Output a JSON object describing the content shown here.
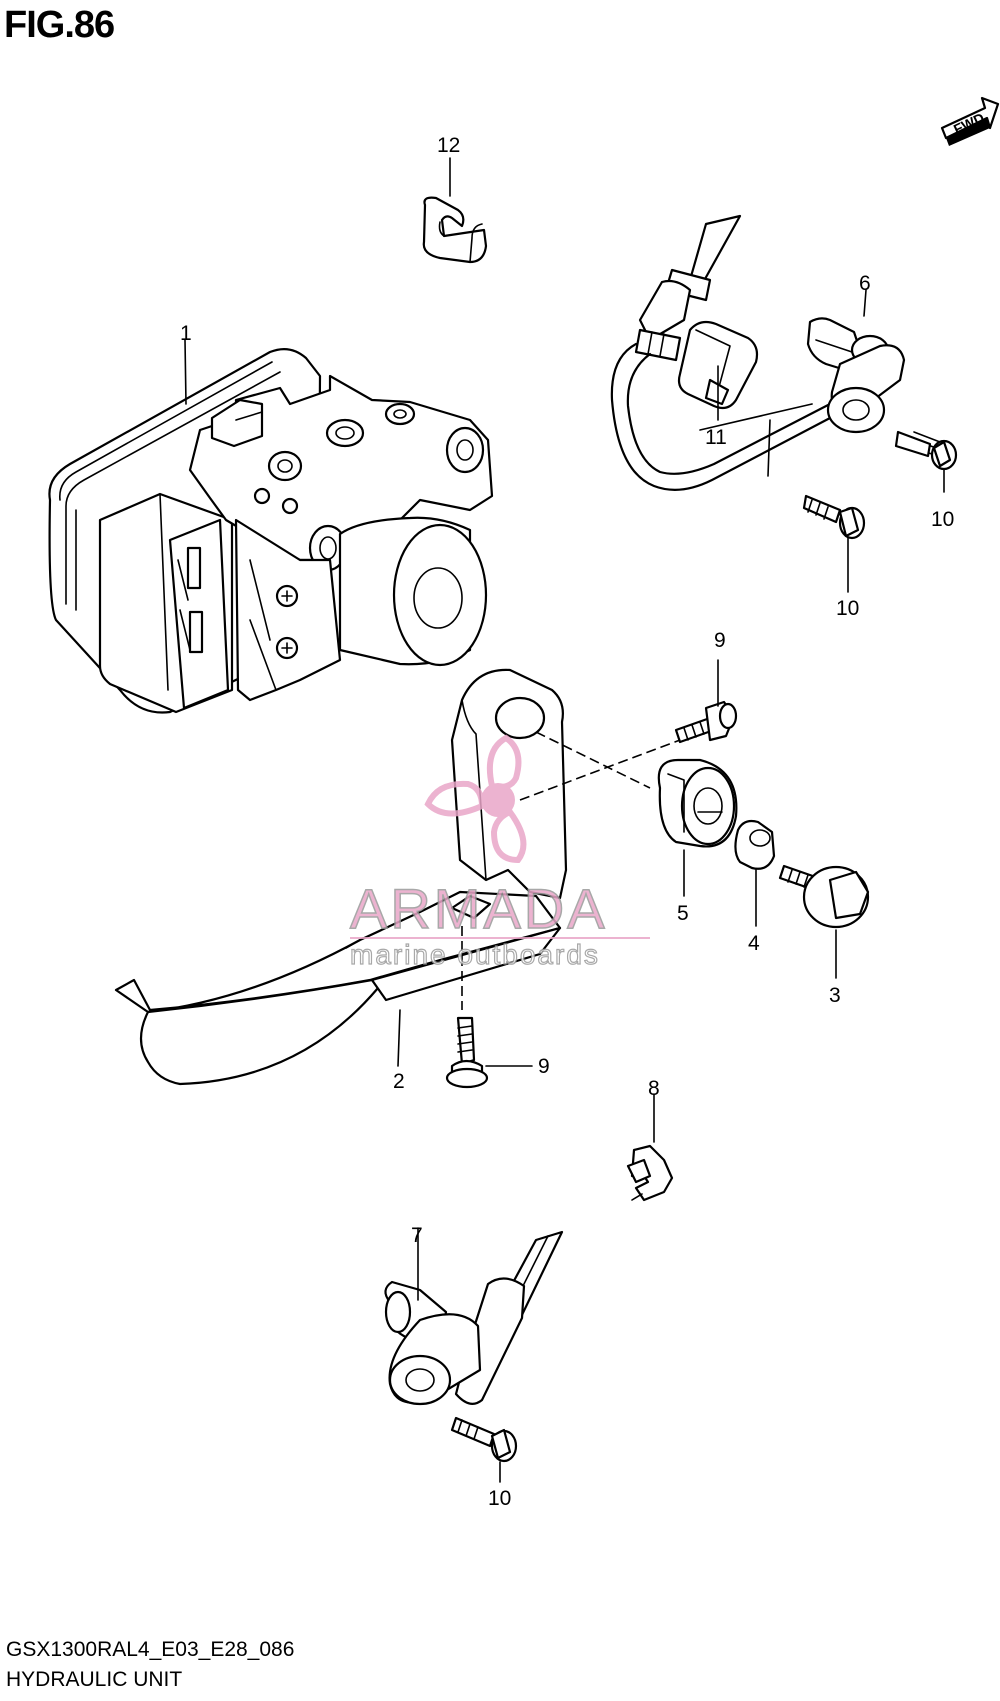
{
  "figure": {
    "title": "FIG.86",
    "model_code": "GSX1300RAL4_E03_E28_086",
    "section": "HYDRAULIC UNIT",
    "forward_label": "FWD"
  },
  "watermark": {
    "brand": "ARMADA",
    "tagline": "marine outboards",
    "color": "#e9a6c8"
  },
  "callouts": {
    "c1": "1",
    "c2": "2",
    "c3": "3",
    "c4": "4",
    "c5": "5",
    "c6": "6",
    "c7": "7",
    "c8": "8",
    "c9a": "9",
    "c9b": "9",
    "c10a": "10",
    "c10b": "10",
    "c10c": "10",
    "c11": "11",
    "c12": "12"
  }
}
